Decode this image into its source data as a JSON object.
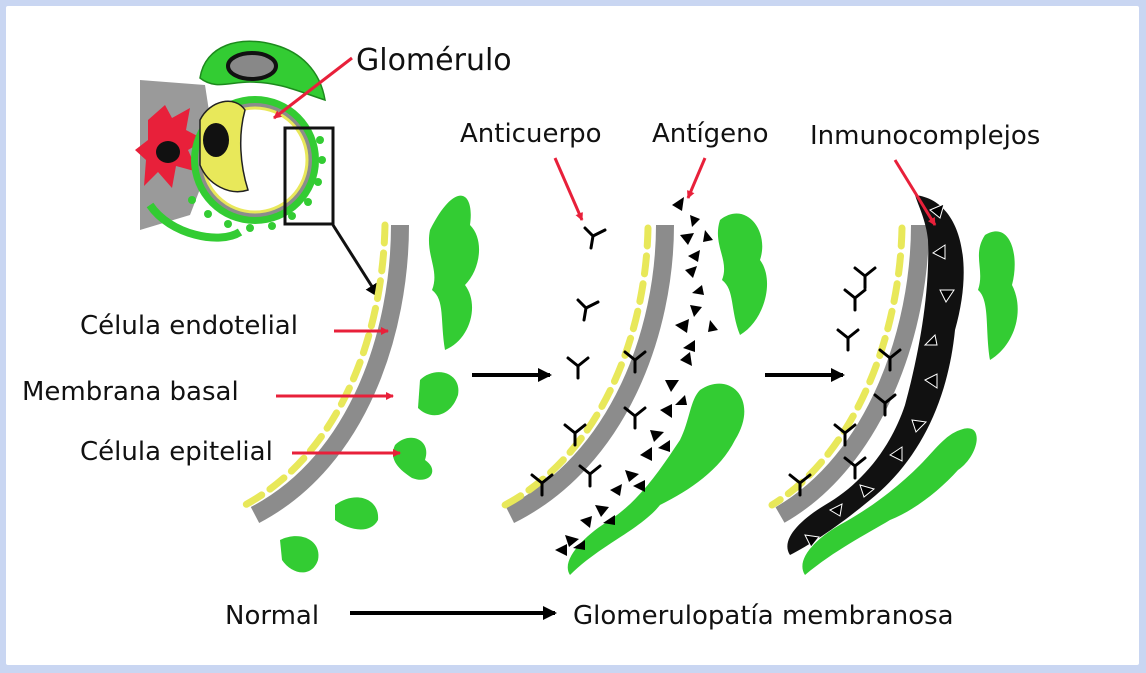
{
  "labels": {
    "glomerulo": "Glomérulo",
    "anticuerpo": "Anticuerpo",
    "antigeno": "Antígeno",
    "inmunocomplejos": "Inmunocomplejos",
    "celula_endotelial": "Célula endotelial",
    "membrana_basal": "Membrana basal",
    "celula_epitelial": "Célula epitelial",
    "normal": "Normal",
    "glomerulopatia": "Glomerulopatía membranosa"
  },
  "colors": {
    "background": "#c9d6f2",
    "panel": "#ffffff",
    "epithelial_green": "#33cc33",
    "endothelial_yellow": "#e8e85a",
    "basement_gray": "#8c8c8c",
    "mesangial_red": "#e8203a",
    "pointer_red": "#e8203a",
    "arrow_black": "#000000"
  }
}
